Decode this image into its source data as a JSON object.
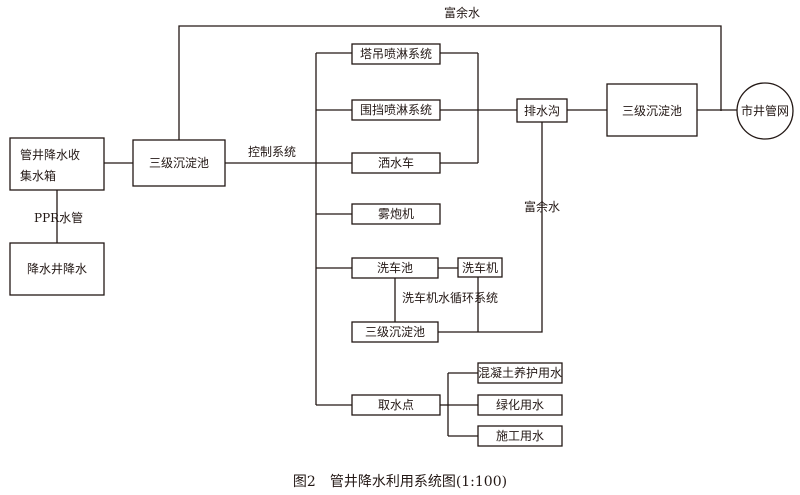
{
  "nodes": {
    "collect_box": "管井降水收集水箱",
    "collect_box_line1": "管井降水收",
    "collect_box_line2": "集水箱",
    "well_dewater": "降水井降水",
    "ppr_pipe": "PPR水管",
    "settle_tank_1": "三级沉淀池",
    "control_system": "控制系统",
    "tower_crane_spray": "塔吊喷淋系统",
    "fence_spray": "围挡喷淋系统",
    "sprinkler_truck": "洒水车",
    "fog_cannon": "雾炮机",
    "wash_pool": "洗车池",
    "wash_machine": "洗车机",
    "wash_cycle_system": "洗车机水循环系统",
    "settle_tank_wash": "三级沉淀池",
    "water_intake": "取水点",
    "concrete_curing": "混凝土养护用水",
    "greening_water": "绿化用水",
    "construction_water": "施工用水",
    "drain_ditch": "排水沟",
    "settle_tank_2": "三级沉淀池",
    "city_pipe": "市井管网",
    "surplus_top": "富余水",
    "surplus_mid": "富余水"
  },
  "caption": "图2　管井降水利用系统图(1:100)"
}
